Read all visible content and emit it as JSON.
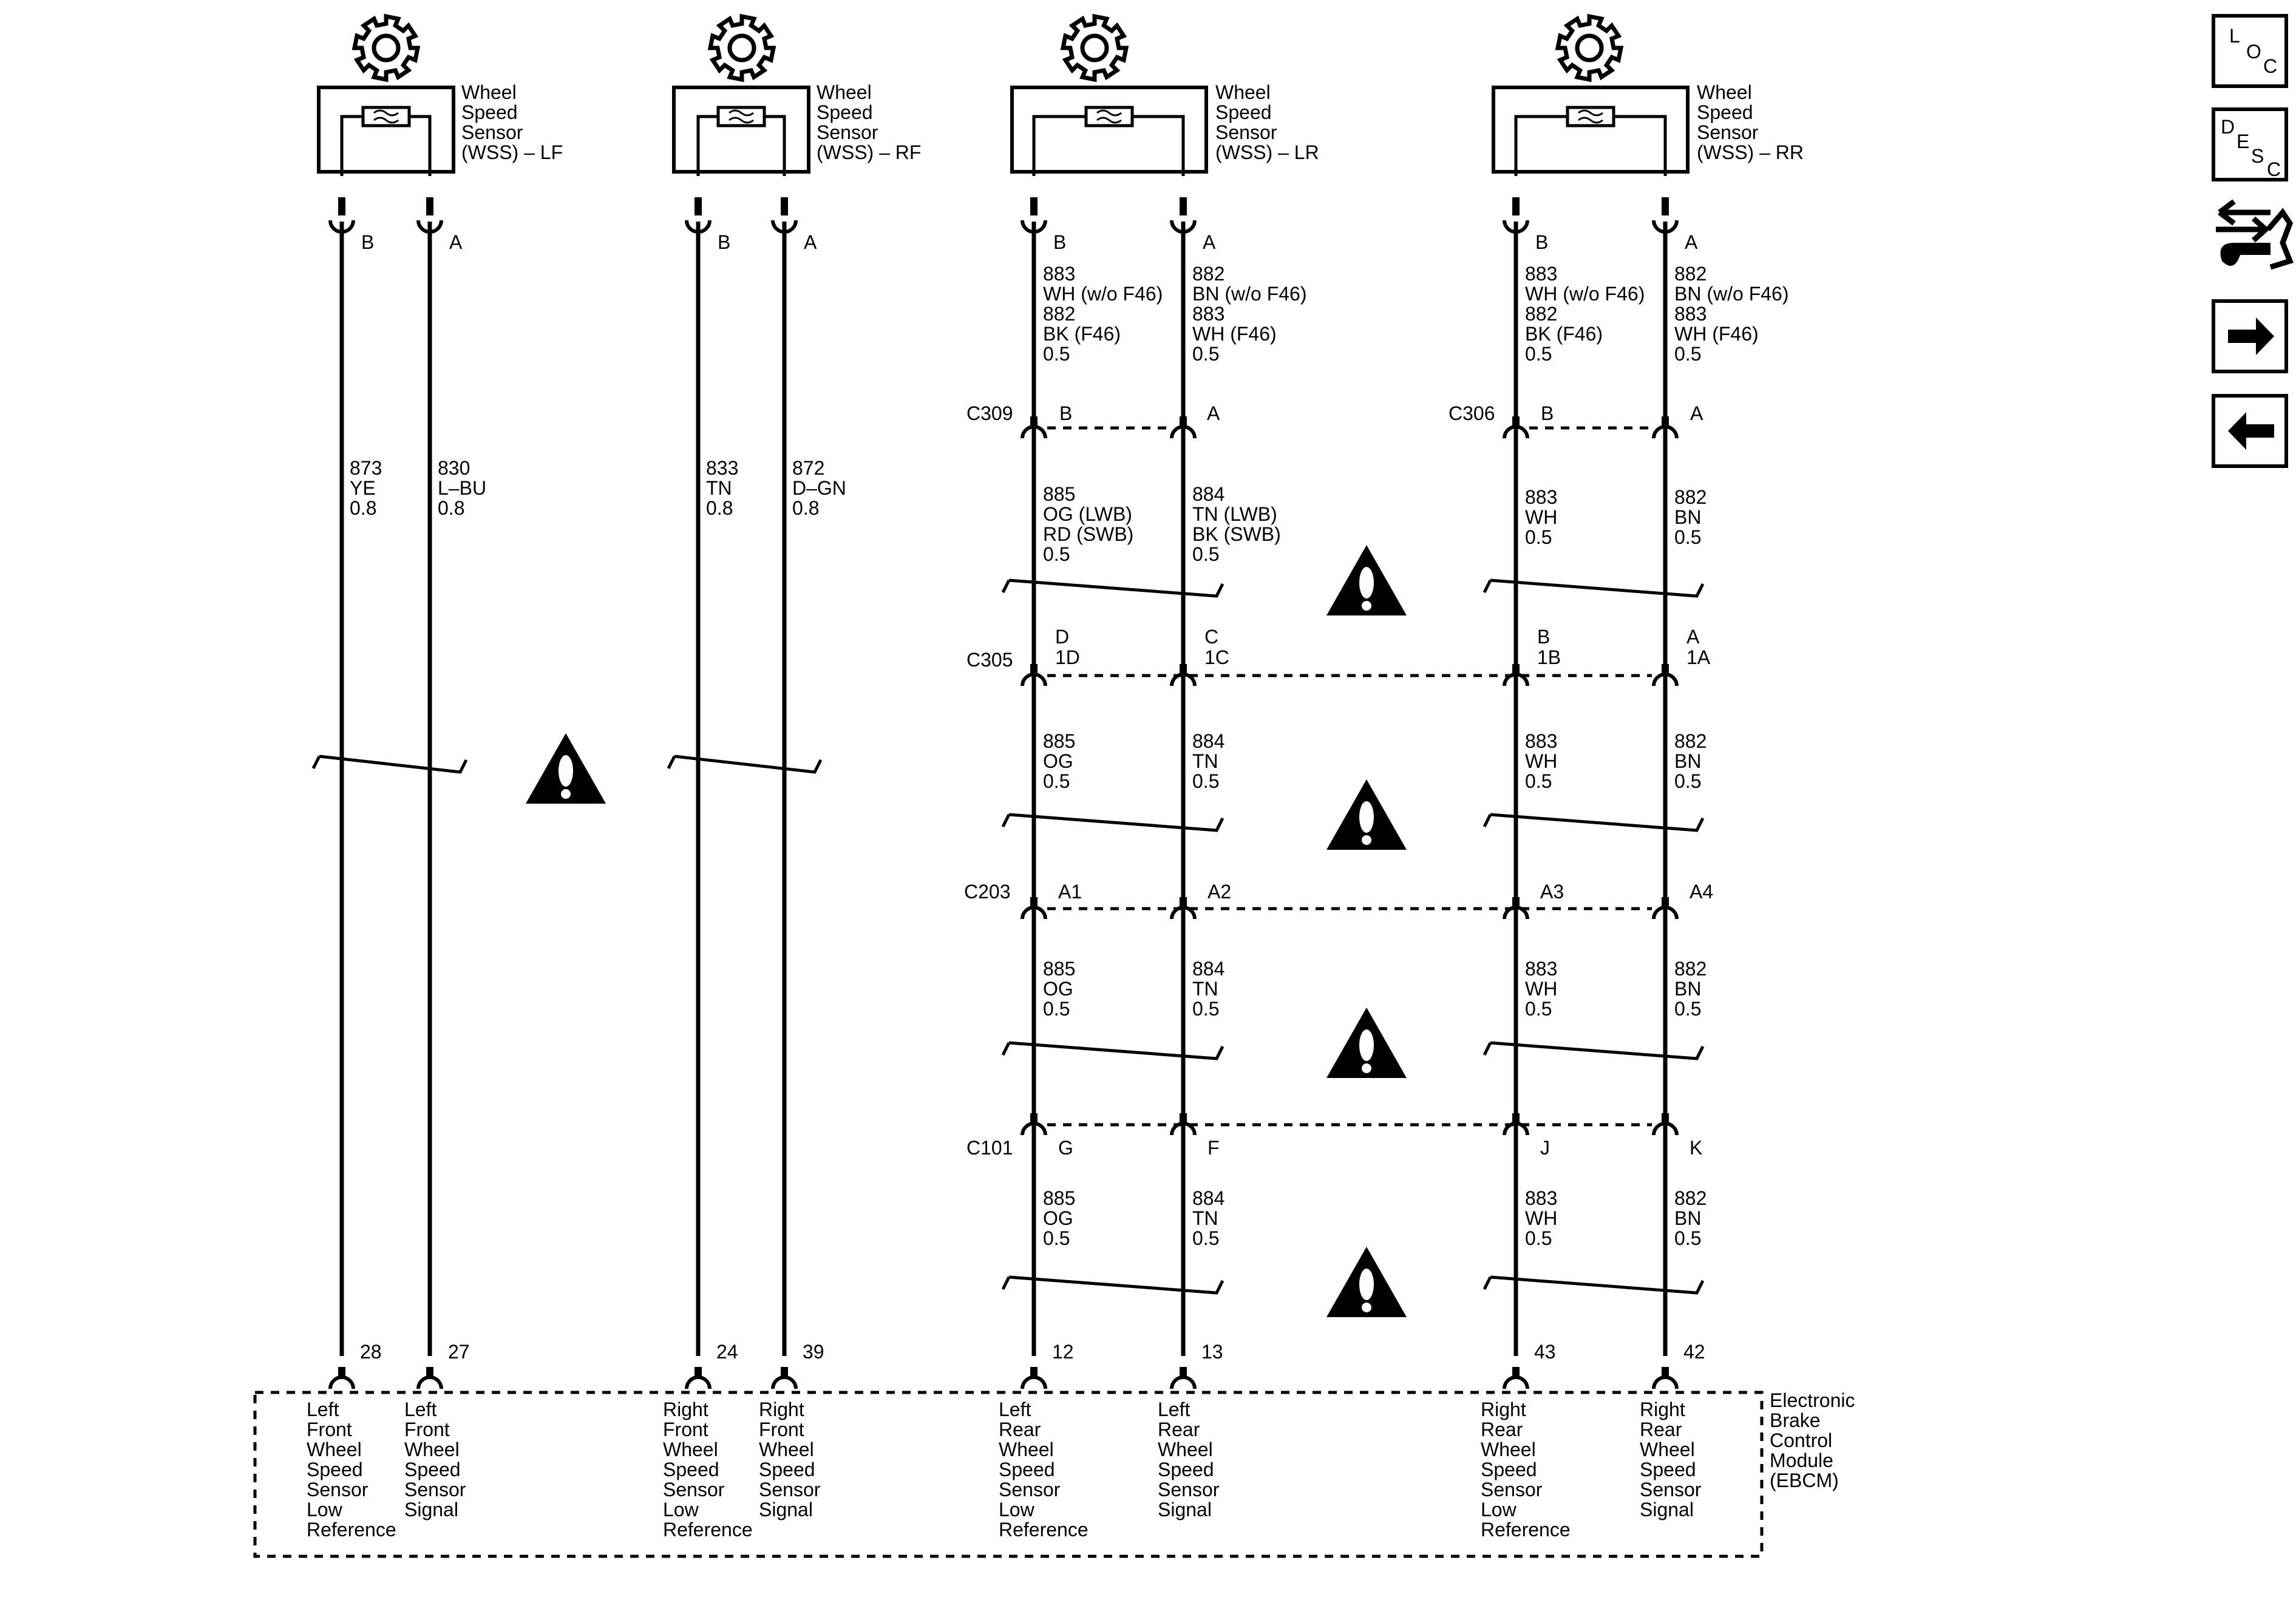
{
  "sensors": [
    {
      "name_lines": [
        "Wheel",
        "Speed",
        "Sensor",
        "(WSS) – LF"
      ],
      "pin_left": "B",
      "pin_right": "A"
    },
    {
      "name_lines": [
        "Wheel",
        "Speed",
        "Sensor",
        "(WSS) – RF"
      ],
      "pin_left": "B",
      "pin_right": "A"
    },
    {
      "name_lines": [
        "Wheel",
        "Speed",
        "Sensor",
        "(WSS) – LR"
      ],
      "pin_left": "B",
      "pin_right": "A"
    },
    {
      "name_lines": [
        "Wheel",
        "Speed",
        "Sensor",
        "(WSS) – RR"
      ],
      "pin_left": "B",
      "pin_right": "A"
    }
  ],
  "front_wires": [
    {
      "lines": [
        "873",
        "YE",
        "0.8"
      ]
    },
    {
      "lines": [
        "830",
        "L–BU",
        "0.8"
      ]
    },
    {
      "lines": [
        "833",
        "TN",
        "0.8"
      ]
    },
    {
      "lines": [
        "872",
        "D–GN",
        "0.8"
      ]
    }
  ],
  "rear_upper_wires": [
    {
      "lines": [
        "883",
        "WH (w/o F46)",
        "882",
        "BK (F46)",
        "0.5"
      ]
    },
    {
      "lines": [
        "882",
        "BN (w/o F46)",
        "883",
        "WH (F46)",
        "0.5"
      ]
    },
    {
      "lines": [
        "883",
        "WH (w/o F46)",
        "882",
        "BK (F46)",
        "0.5"
      ]
    },
    {
      "lines": [
        "882",
        "BN (w/o F46)",
        "883",
        "WH (F46)",
        "0.5"
      ]
    }
  ],
  "connectors": {
    "c309": {
      "name": "C309",
      "pins": [
        "B",
        "A"
      ]
    },
    "c306": {
      "name": "C306",
      "pins": [
        "B",
        "A"
      ]
    },
    "c305": {
      "name": "C305",
      "pins_top": [
        "D",
        "C",
        "B",
        "A"
      ],
      "pins_bottom": [
        "1D",
        "1C",
        "1B",
        "1A"
      ]
    },
    "c203": {
      "name": "C203",
      "pins": [
        "A1",
        "A2",
        "A3",
        "A4"
      ]
    },
    "c101": {
      "name": "C101",
      "pins": [
        "G",
        "F",
        "J",
        "K"
      ]
    }
  },
  "rear_seg2_wires": [
    {
      "lines": [
        "885",
        "OG (LWB)",
        "RD (SWB)",
        "0.5"
      ]
    },
    {
      "lines": [
        "884",
        "TN (LWB)",
        "BK (SWB)",
        "0.5"
      ]
    },
    {
      "lines": [
        "883",
        "WH",
        "0.5"
      ]
    },
    {
      "lines": [
        "882",
        "BN",
        "0.5"
      ]
    }
  ],
  "rear_seg3_wires": [
    {
      "lines": [
        "885",
        "OG",
        "0.5"
      ]
    },
    {
      "lines": [
        "884",
        "TN",
        "0.5"
      ]
    },
    {
      "lines": [
        "883",
        "WH",
        "0.5"
      ]
    },
    {
      "lines": [
        "882",
        "BN",
        "0.5"
      ]
    }
  ],
  "rear_seg4_wires": [
    {
      "lines": [
        "885",
        "OG",
        "0.5"
      ]
    },
    {
      "lines": [
        "884",
        "TN",
        "0.5"
      ]
    },
    {
      "lines": [
        "883",
        "WH",
        "0.5"
      ]
    },
    {
      "lines": [
        "882",
        "BN",
        "0.5"
      ]
    }
  ],
  "rear_seg5_wires": [
    {
      "lines": [
        "885",
        "OG",
        "0.5"
      ]
    },
    {
      "lines": [
        "884",
        "TN",
        "0.5"
      ]
    },
    {
      "lines": [
        "883",
        "WH",
        "0.5"
      ]
    },
    {
      "lines": [
        "882",
        "BN",
        "0.5"
      ]
    }
  ],
  "ebcm": {
    "name_lines": [
      "Electronic",
      "Brake",
      "Control",
      "Module",
      "(EBCM)"
    ],
    "pins": [
      {
        "number": "28",
        "lines": [
          "Left",
          "Front",
          "Wheel",
          "Speed",
          "Sensor",
          "Low",
          "Reference"
        ]
      },
      {
        "number": "27",
        "lines": [
          "Left",
          "Front",
          "Wheel",
          "Speed",
          "Sensor",
          "Signal"
        ]
      },
      {
        "number": "24",
        "lines": [
          "Right",
          "Front",
          "Wheel",
          "Speed",
          "Sensor",
          "Low",
          "Reference"
        ]
      },
      {
        "number": "39",
        "lines": [
          "Right",
          "Front",
          "Wheel",
          "Speed",
          "Sensor",
          "Signal"
        ]
      },
      {
        "number": "12",
        "lines": [
          "Left",
          "Rear",
          "Wheel",
          "Speed",
          "Sensor",
          "Low",
          "Reference"
        ]
      },
      {
        "number": "13",
        "lines": [
          "Left",
          "Rear",
          "Wheel",
          "Speed",
          "Sensor",
          "Signal"
        ]
      },
      {
        "number": "43",
        "lines": [
          "Right",
          "Rear",
          "Wheel",
          "Speed",
          "Sensor",
          "Low",
          "Reference"
        ]
      },
      {
        "number": "42",
        "lines": [
          "Right",
          "Rear",
          "Wheel",
          "Speed",
          "Sensor",
          "Signal"
        ]
      }
    ]
  },
  "nav": {
    "loc": [
      "L",
      "O",
      "C"
    ],
    "desc": [
      "D",
      "E",
      "S",
      "C"
    ],
    "icons": [
      "connector-end-view-icon",
      "right-arrow-icon",
      "left-arrow-icon"
    ]
  },
  "icon_names": [
    "gear-icon",
    "warning-triangle-icon"
  ]
}
